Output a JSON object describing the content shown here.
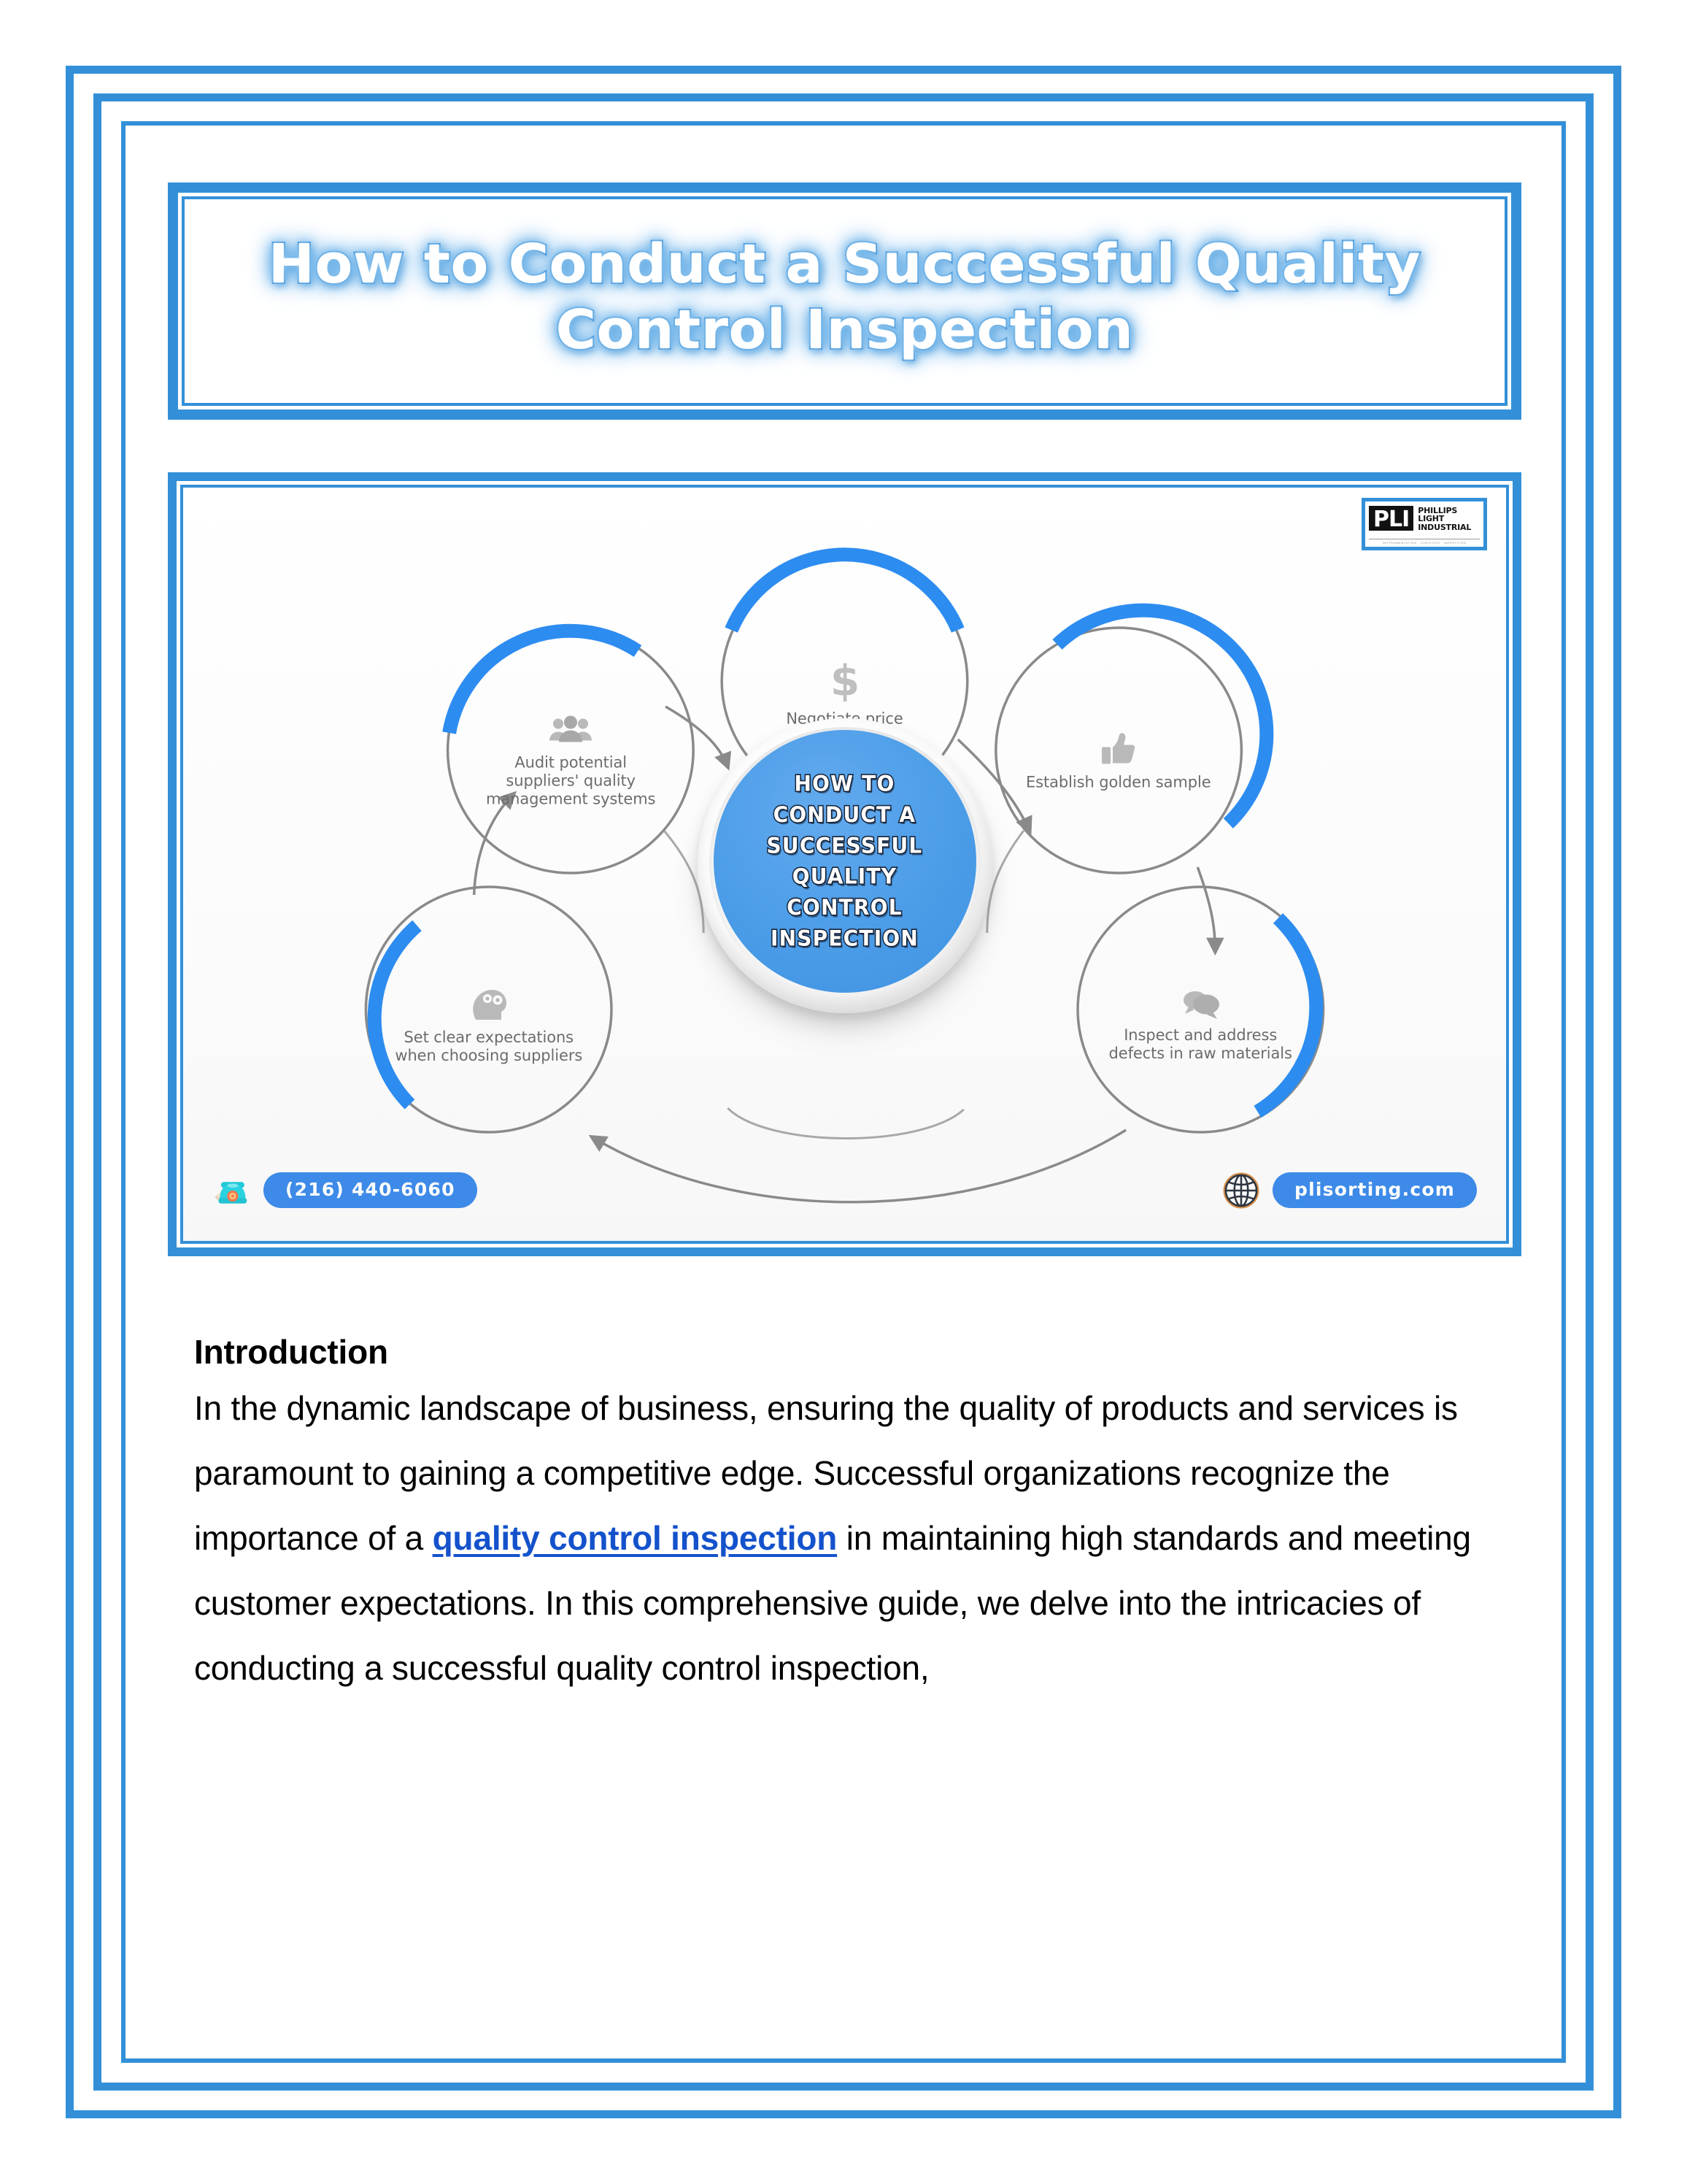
{
  "document": {
    "title_line1": "How to Conduct a Successful Quality",
    "title_line2": "Control Inspection"
  },
  "infographic": {
    "logo": {
      "mark": "PLI",
      "words_line1": "PHILLIPS",
      "words_line2": "LIGHT",
      "words_line3": "INDUSTRIAL",
      "tagline": "INSTRUMENTATION   ·   LOGISTICS   ·   INSPECTION"
    },
    "hub": {
      "lines": [
        "HOW TO",
        "CONDUCT A",
        "SUCCESSFUL",
        "QUALITY",
        "CONTROL",
        "INSPECTION"
      ],
      "fill_color": "#4f9fe9"
    },
    "nodes": [
      {
        "id": "audit-suppliers",
        "icon": "users-group-icon",
        "label": "Audit potential suppliers' quality management systems",
        "arc_color": "#2d8cf0"
      },
      {
        "id": "negotiate-price",
        "icon": "dollar-sign-icon",
        "label": "Negotiate price",
        "arc_color": "#2d8cf0"
      },
      {
        "id": "golden-sample",
        "icon": "thumbs-up-icon",
        "label": "Establish golden sample",
        "arc_color": "#2d8cf0"
      },
      {
        "id": "inspect-defects",
        "icon": "speech-bubbles-icon",
        "label": "Inspect and address defects in raw materials",
        "arc_color": "#2d8cf0"
      },
      {
        "id": "set-expectations",
        "icon": "head-gears-icon",
        "label": "Set clear expectations when choosing suppliers",
        "arc_color": "#2d8cf0"
      }
    ],
    "contact": {
      "phone": "(216) 440-6060",
      "phone_icon": "telephone-icon",
      "website": "plisorting.com",
      "website_icon": "globe-icon",
      "pill_color": "#3d8ae8"
    }
  },
  "article": {
    "heading": "Introduction",
    "paragraph_before_link": "In the dynamic landscape of business, ensuring the quality of products and services is paramount to gaining a competitive edge. Successful organizations recognize the importance of a ",
    "link_text": "quality control inspection",
    "paragraph_after_link": " in maintaining high standards and meeting customer expectations. In this comprehensive guide, we delve into the intricacies of conducting a successful quality control inspection,",
    "link_color": "#1452cc"
  }
}
